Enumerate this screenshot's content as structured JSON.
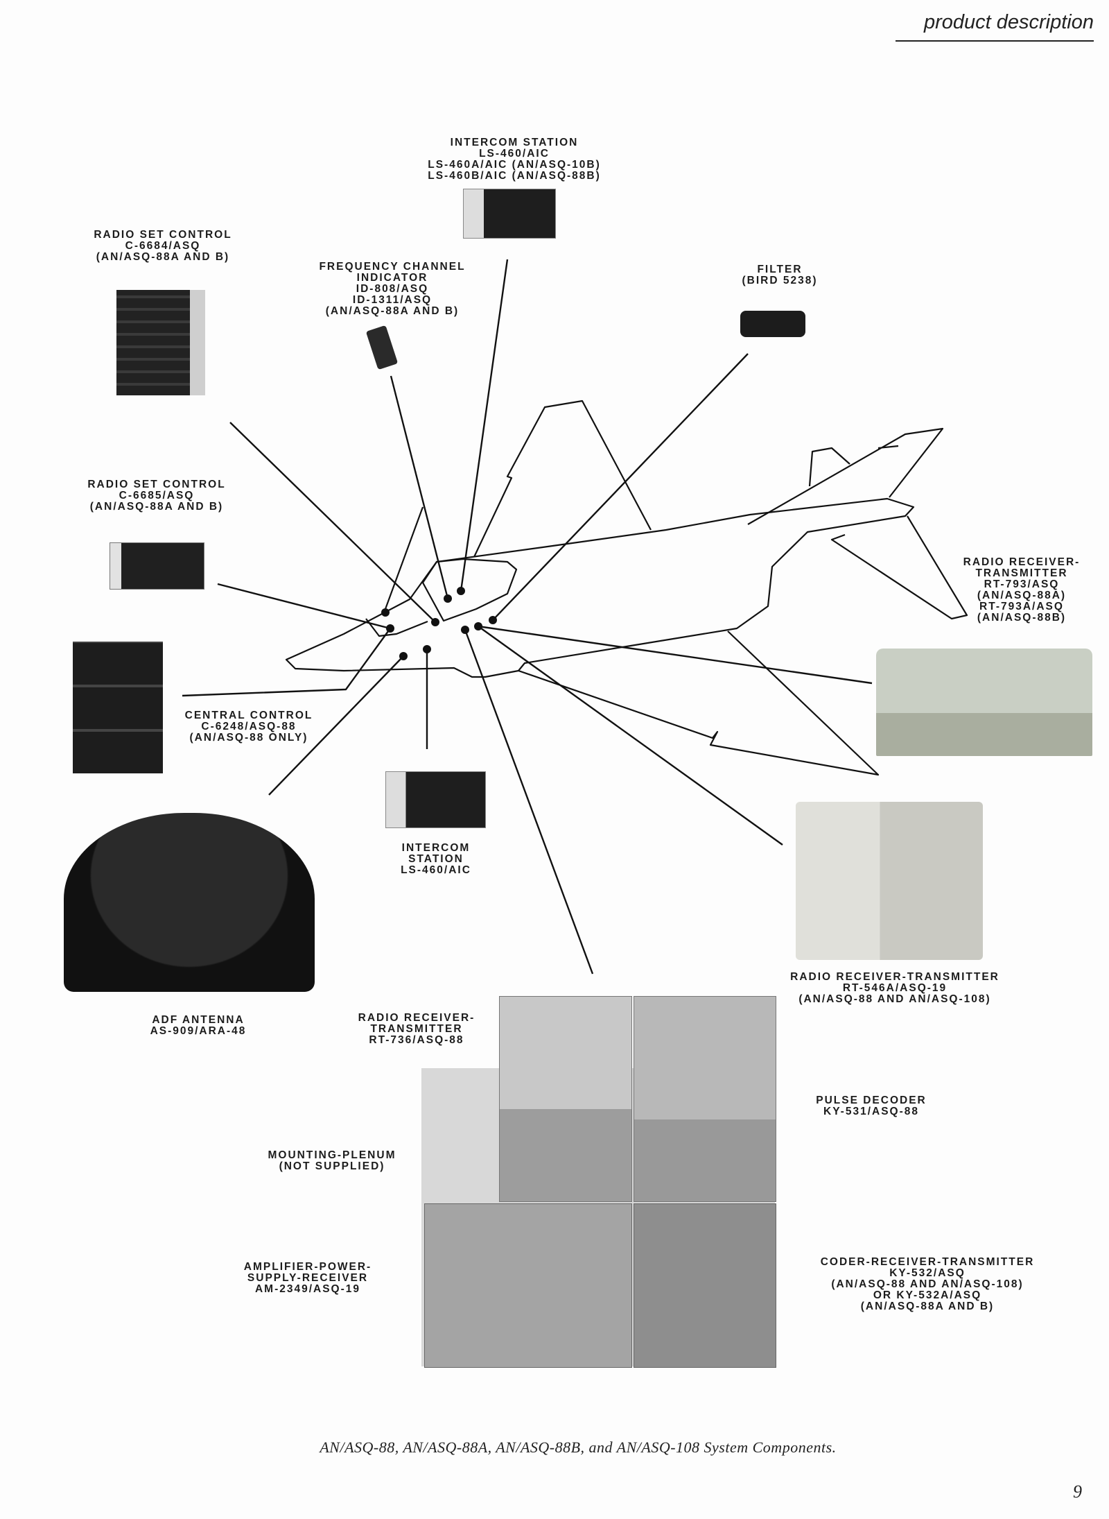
{
  "header": {
    "title": "product description"
  },
  "labels": {
    "intercom_top": [
      "INTERCOM STATION",
      "LS-460/AIC",
      "LS-460A/AIC (AN/ASQ-10B)",
      "LS-460B/AIC (AN/ASQ-88B)"
    ],
    "rsc_6684": [
      "RADIO SET CONTROL",
      "C-6684/ASQ",
      "(AN/ASQ-88A AND B)"
    ],
    "freq_indicator": [
      "FREQUENCY CHANNEL",
      "INDICATOR",
      "ID-808/ASQ",
      "ID-1311/ASQ",
      "(AN/ASQ-88A AND B)"
    ],
    "filter": [
      "FILTER",
      "(BIRD 5238)"
    ],
    "rsc_6685": [
      "RADIO SET CONTROL",
      "C-6685/ASQ",
      "(AN/ASQ-88A AND B)"
    ],
    "rt_793": [
      "RADIO RECEIVER-",
      "TRANSMITTER",
      "RT-793/ASQ",
      "(AN/ASQ-88A)",
      "RT-793A/ASQ",
      "(AN/ASQ-88B)"
    ],
    "central_control": [
      "CENTRAL CONTROL",
      "C-6248/ASQ-88",
      "(AN/ASQ-88 ONLY)"
    ],
    "intercom_bottom": [
      "INTERCOM",
      "STATION",
      "LS-460/AIC"
    ],
    "rt_546": [
      "RADIO RECEIVER-TRANSMITTER",
      "RT-546A/ASQ-19",
      "(AN/ASQ-88 AND AN/ASQ-108)"
    ],
    "adf_antenna": [
      "ADF ANTENNA",
      "AS-909/ARA-48"
    ],
    "rt_736": [
      "RADIO RECEIVER-",
      "TRANSMITTER",
      "RT-736/ASQ-88"
    ],
    "pulse_decoder": [
      "PULSE DECODER",
      "KY-531/ASQ-88"
    ],
    "mounting_plenum": [
      "MOUNTING-PLENUM",
      "(NOT SUPPLIED)"
    ],
    "amplifier": [
      "AMPLIFIER-POWER-",
      "SUPPLY-RECEIVER",
      "AM-2349/ASQ-19"
    ],
    "coder": [
      "CODER-RECEIVER-TRANSMITTER",
      "KY-532/ASQ",
      "(AN/ASQ-88 AND AN/ASQ-108)",
      "OR KY-532A/ASQ",
      "(AN/ASQ-88A AND B)"
    ]
  },
  "caption": "AN/ASQ-88, AN/ASQ-88A, AN/ASQ-88B, and AN/ASQ-108 System Components.",
  "page_number": "9"
}
